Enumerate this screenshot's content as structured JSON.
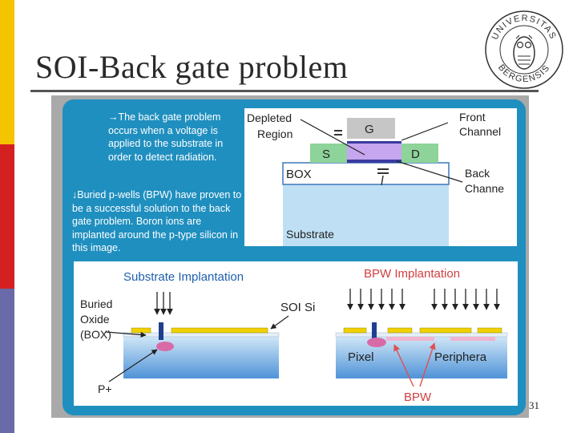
{
  "slide": {
    "title": "SOI-Back gate problem",
    "page_number": "31",
    "accent_colors": {
      "yellow": "#f5c400",
      "red": "#d42020",
      "purple": "#6a6aa8",
      "panel_blue": "#1f8fbf"
    }
  },
  "logo": {
    "text_top": "UNIVERSITAS",
    "text_bottom": "BERGENSIS"
  },
  "intro": {
    "para1": "→The back gate problem occurs when a voltage is applied to the substrate in order to detect radiation.",
    "para2": "↓Buried p-wells (BPW) have proven to be a successful solution to the back gate problem. Boron ions are implanted around the p-type silicon in this image."
  },
  "top_diagram": {
    "depleted_line1": "Depleted",
    "depleted_line2": "Region",
    "front_line1": "Front",
    "front_line2": "Channel",
    "gate": "G",
    "source": "S",
    "drain": "D",
    "box": "BOX",
    "back_line1": "Back",
    "back_line2": "Channe",
    "substrate": "Substrate"
  },
  "bottom_diagram": {
    "left_title": "Substrate Implantation",
    "right_title": "BPW Implantation",
    "buried_line1": "Buried",
    "buried_line2": "Oxide",
    "buried_line3": "(BOX)",
    "soi_si": "SOI Si",
    "p_plus": "P+",
    "pixel": "Pixel",
    "periphery": "Periphera",
    "bpw": "BPW"
  }
}
